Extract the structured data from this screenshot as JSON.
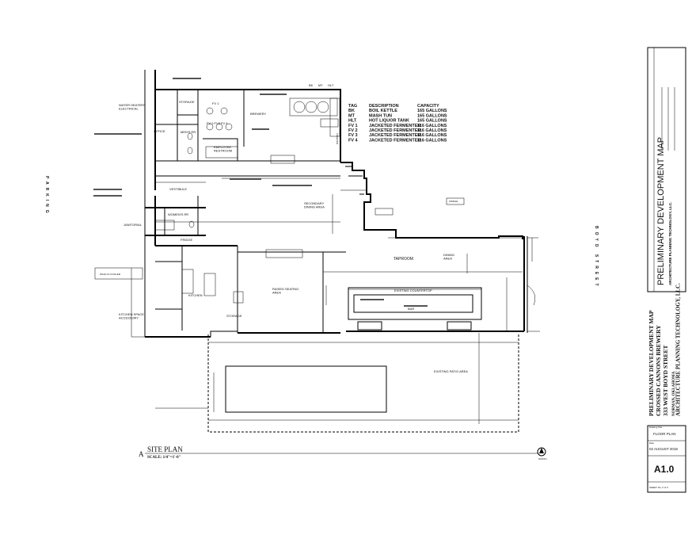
{
  "plan": {
    "labels": {
      "parking": "PARKING",
      "boyd_street": "BOYD STREET",
      "water_heaters": "WATER HEATERS\nELECTRICAL",
      "storage_106": "STORAGE",
      "fv1": "FV 1",
      "fv_row": "FV 2  FV3  FV 4",
      "brewery": "BREWERY",
      "office": "OFFICE",
      "mens_rr": "MEN'S RR",
      "employee_restroom": "EMPLOYEE\nRESTROOM",
      "vestibule": "VESTIBULE",
      "womens_rr": "WOMEN'S RR",
      "janitorial": "JANITORIAL",
      "fridge_left": "FRIDGE",
      "secondary_dining": "SECONDARY\nDINING AREA",
      "taproom": "TAPROOM",
      "dining_area": "DINING\nAREA",
      "walk_in_cooler": "WALK-IN COOLER",
      "kitchen": "KITCHEN",
      "kitchen_space": "KITCHEN SPACE\nACCESSORY",
      "storage_lower": "STORAGE",
      "raised_seating": "RAISED SEATING\nAREA",
      "existing_countertop": "EXISTING COUNTERTOP",
      "bar": "BAR",
      "existing_patio": "EXISTING PATIO AREA",
      "freezer": "FREEZER",
      "fridge_right": "FRIDGE",
      "bk": "BK",
      "mt": "MT",
      "hlt": "HLT"
    }
  },
  "equipment_table": {
    "headers": [
      "TAG",
      "DESCRIPTION",
      "CAPACITY"
    ],
    "rows": [
      [
        "BK",
        "BOIL KETTLE",
        "165 GALLONS"
      ],
      [
        "MT",
        "MASH TUN",
        "165 GALLONS"
      ],
      [
        "HLT",
        "HOT LIQUOR TANK",
        "165 GALLONS"
      ],
      [
        "FV 1",
        "JACKETED FERMENTER",
        "116 GALLONS"
      ],
      [
        "FV 2",
        "JACKETED FERMENTER",
        "116 GALLONS"
      ],
      [
        "FV 3",
        "JACKETED FERMENTER",
        "116 GALLONS"
      ],
      [
        "FV 4",
        "JACKETED FERMENTER",
        "116 GALLONS"
      ]
    ]
  },
  "site_plan": {
    "marker": "A",
    "title": "SITE PLAN",
    "scale": "SCALE: 1/4\"=1'-0\"",
    "north": "NORTH"
  },
  "title_block": {
    "top_title": "PRELIMINARY DEVELOPMENT MAP",
    "top_subtitle": "ARCHITECTURE PLANNING TECHNOLOGY, LLC.",
    "mid_lines": [
      "PRELIMINARY DEVELOPMENT MAP",
      "CROSSED CANNONS BREWERY",
      "333 WEST BOYD STREET",
      "NORMAN, OKLAHOMA",
      "ARCHITECTURE PLANNING TECHNOLOGY, LLC."
    ],
    "drawing_title_label": "Drawing Title",
    "drawing_title": "FLOOR PLAN",
    "date_label": "Date",
    "date": "02 AUGUST 2018",
    "sheet_number": "A1.0",
    "sheet_of": "SHEET No. 2 of 3"
  }
}
